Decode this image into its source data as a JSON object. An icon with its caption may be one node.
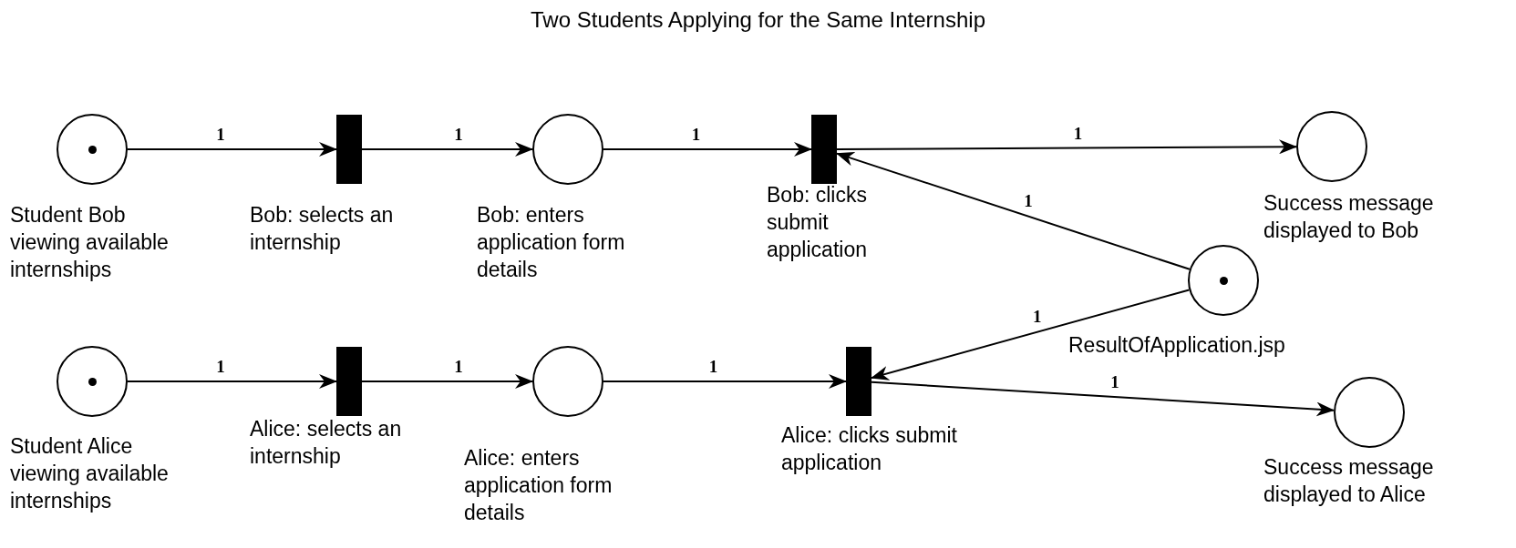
{
  "diagram": {
    "title": "Two Students Applying for the Same Internship",
    "nodes": [
      {
        "text": [],
        "shape": "circle",
        "beside": [
          "Student Bob viewing available internships"
        ]
      },
      {
        "text": [],
        "shape": "bar",
        "beside": [
          "Bob: selects an internship"
        ]
      },
      {
        "text": [],
        "shape": "circle",
        "beside": [
          "Bob: enters application form details"
        ]
      },
      {
        "text": [],
        "shape": "bar",
        "beside": [
          "Bob: clicks submit application"
        ]
      },
      {
        "text": [],
        "shape": "circle",
        "beside": [
          "Success message displayed to Bob"
        ]
      },
      {
        "text": [],
        "shape": "circle",
        "beside": [
          "ResultOfApplication.jsp"
        ]
      },
      {
        "text": [],
        "shape": "circle",
        "beside": [
          "Student Alice viewing available internships"
        ]
      },
      {
        "text": [],
        "shape": "bar",
        "beside": [
          "Alice: selects an internship"
        ]
      },
      {
        "text": [],
        "shape": "circle",
        "beside": [
          "Alice: enters application form details"
        ]
      },
      {
        "text": [],
        "shape": "bar",
        "beside": [
          "Alice: clicks submit application"
        ]
      },
      {
        "text": [],
        "shape": "circle",
        "beside": [
          "Success message displayed to Alice"
        ]
      }
    ],
    "edges": [
      {
        "from": 0,
        "to": 1,
        "arrow": "to",
        "label": "1"
      },
      {
        "from": 1,
        "to": 2,
        "arrow": "to",
        "label": "1"
      },
      {
        "from": 2,
        "to": 3,
        "arrow": "to",
        "label": "1"
      },
      {
        "from": 3,
        "to": 4,
        "arrow": "to",
        "label": "1"
      },
      {
        "from": 5,
        "to": 3,
        "arrow": "to",
        "label": "1"
      },
      {
        "from": 5,
        "to": 9,
        "arrow": "to",
        "label": "1"
      },
      {
        "from": 6,
        "to": 7,
        "arrow": "to",
        "label": "1"
      },
      {
        "from": 7,
        "to": 8,
        "arrow": "to",
        "label": "1"
      },
      {
        "from": 8,
        "to": 9,
        "arrow": "to",
        "label": "1"
      },
      {
        "from": 9,
        "to": 10,
        "arrow": "to",
        "label": "1"
      }
    ]
  }
}
